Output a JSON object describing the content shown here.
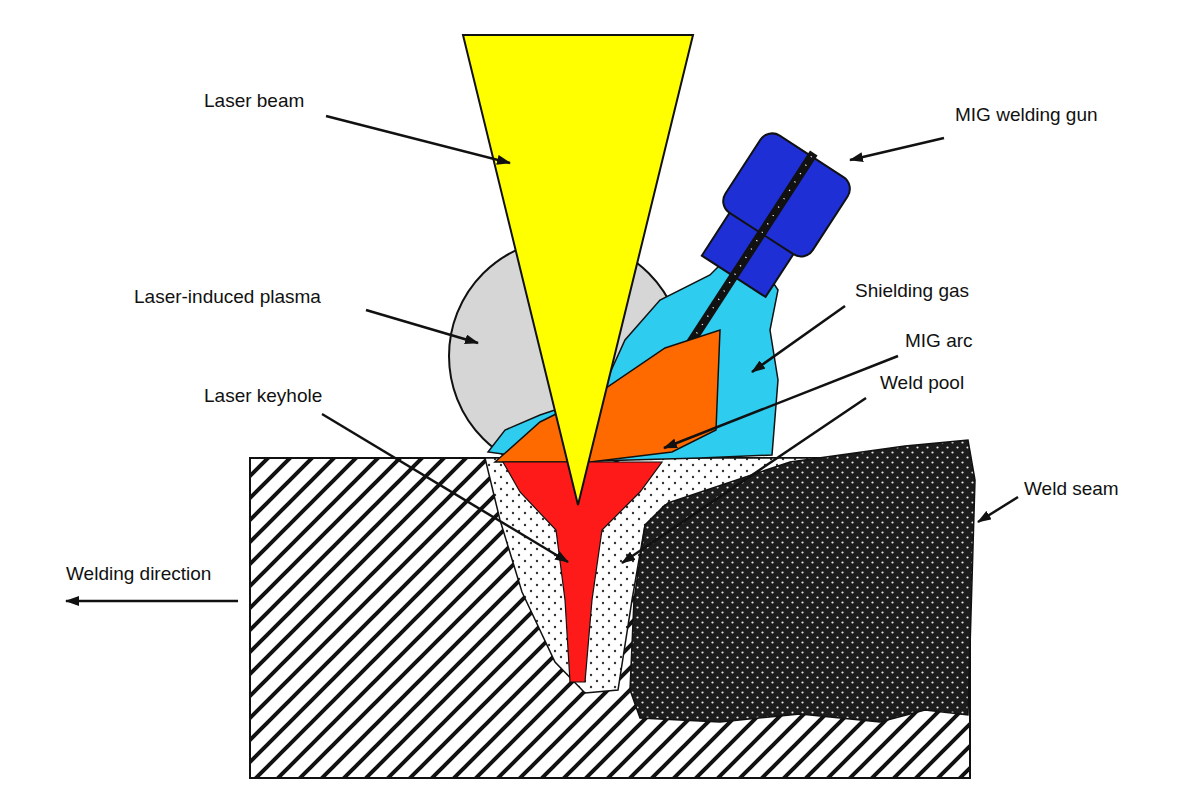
{
  "diagram": {
    "labels": [
      "Laser beam",
      "MIG welding gun",
      "Laser-induced plasma",
      "Shielding gas",
      "MIG arc",
      "Laser keyhole",
      "Weld pool",
      "Weld seam",
      "Welding direction"
    ]
  }
}
